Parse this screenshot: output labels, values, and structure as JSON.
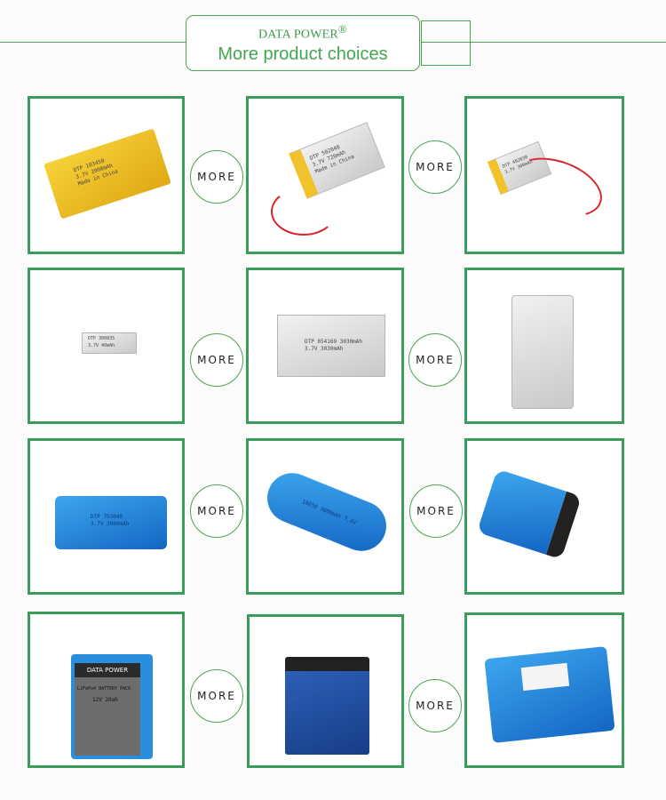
{
  "header": {
    "brand": "DATA POWER",
    "registered": "®",
    "subtitle": "More product choices"
  },
  "more_label": "MORE",
  "colors": {
    "accent": "#3a9d5a",
    "line": "#4aa454",
    "background": "#fcfafa"
  },
  "products": [
    {
      "type": "yellow-lipo-pouch",
      "label": [
        "DTP 103450",
        "3.7V 2000mAh",
        "Made in China"
      ]
    },
    {
      "type": "yellow-lipo-pouch-connector",
      "label": [
        "DTP 502040",
        "3.7V 720mAh",
        "Made in China"
      ]
    },
    {
      "type": "small-lipo-connector",
      "label": [
        "DTP 402030",
        "3.7V 300mAh"
      ]
    },
    {
      "type": "tiny-lipo-tabs",
      "label": [
        "DTP 300835",
        "3.7V 40mAh"
      ]
    },
    {
      "type": "silver-lipo-tabs",
      "label": [
        "DTP 654169 3030mAh",
        "3.7V 3030mAh"
      ]
    },
    {
      "type": "large-silver-pouch",
      "label": []
    },
    {
      "type": "blue-lipo-pack",
      "label": [
        "DTP 753040",
        "3.7V 3000mAh"
      ]
    },
    {
      "type": "blue-18650-2cell",
      "label": [
        "18650 3000mAh 7.4V"
      ]
    },
    {
      "type": "blue-18650-4cell",
      "label": []
    },
    {
      "type": "lifepo4-pack",
      "label": [
        "DATA POWER",
        "LiFePo4 BATTERY PACK",
        "12V 20ah"
      ]
    },
    {
      "type": "prismatic-lifepo4",
      "label": []
    },
    {
      "type": "blue-large-pack",
      "label": []
    }
  ]
}
